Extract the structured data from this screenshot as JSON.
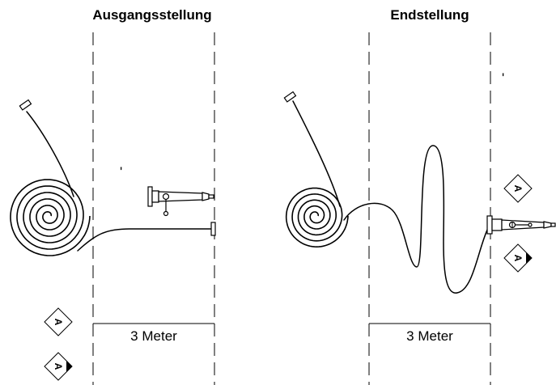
{
  "panels": [
    {
      "title": "Ausgangsstellung",
      "distance_label": "3 Meter"
    },
    {
      "title": "Endstellung",
      "distance_label": "3 Meter"
    }
  ],
  "badges": {
    "letter": "A"
  }
}
